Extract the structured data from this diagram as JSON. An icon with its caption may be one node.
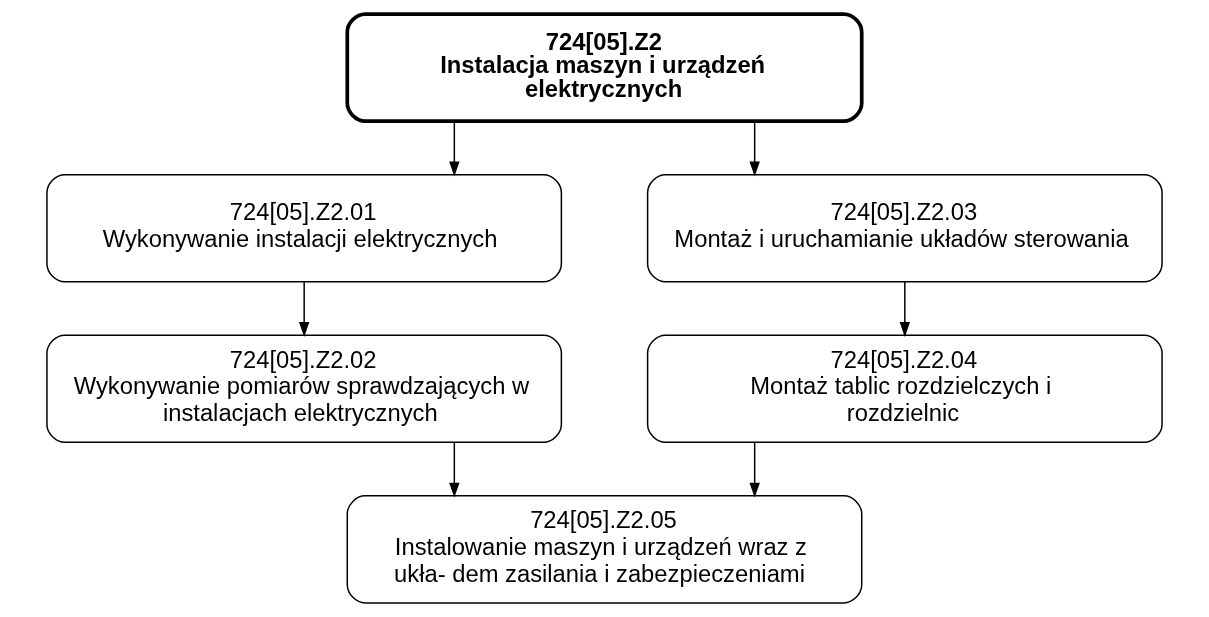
{
  "diagram": {
    "nodes": [
      {
        "text": [
          "724[05].Z2",
          "Instalacja maszyn i urządzeń elektrycznych"
        ]
      },
      {
        "text": [
          "724[05].Z2.01",
          "Wykonywanie instalacji elektrycznych"
        ]
      },
      {
        "text": [
          "724[05].Z2.02",
          "Wykonywanie pomiarów sprawdzających w instalacjach elektrycznych"
        ]
      },
      {
        "text": [
          "724[05].Z2.03",
          "Montaż i uruchamianie układów sterowania"
        ]
      },
      {
        "text": [
          "724[05].Z2.04",
          "Montaż tablic rozdzielczych i rozdzielnic"
        ]
      },
      {
        "text": [
          "724[05].Z2.05",
          "Instalowanie maszyn i urządzeń wraz z ukła- dem zasilania i zabezpieczeniami"
        ]
      }
    ],
    "edges": [
      {
        "from": 0,
        "to": 1,
        "arrow": "to"
      },
      {
        "from": 0,
        "to": 3,
        "arrow": "to"
      },
      {
        "from": 1,
        "to": 2,
        "arrow": "to"
      },
      {
        "from": 3,
        "to": 4,
        "arrow": "to"
      },
      {
        "from": 2,
        "to": 5,
        "arrow": "to"
      },
      {
        "from": 4,
        "to": 5,
        "arrow": "to"
      }
    ]
  }
}
